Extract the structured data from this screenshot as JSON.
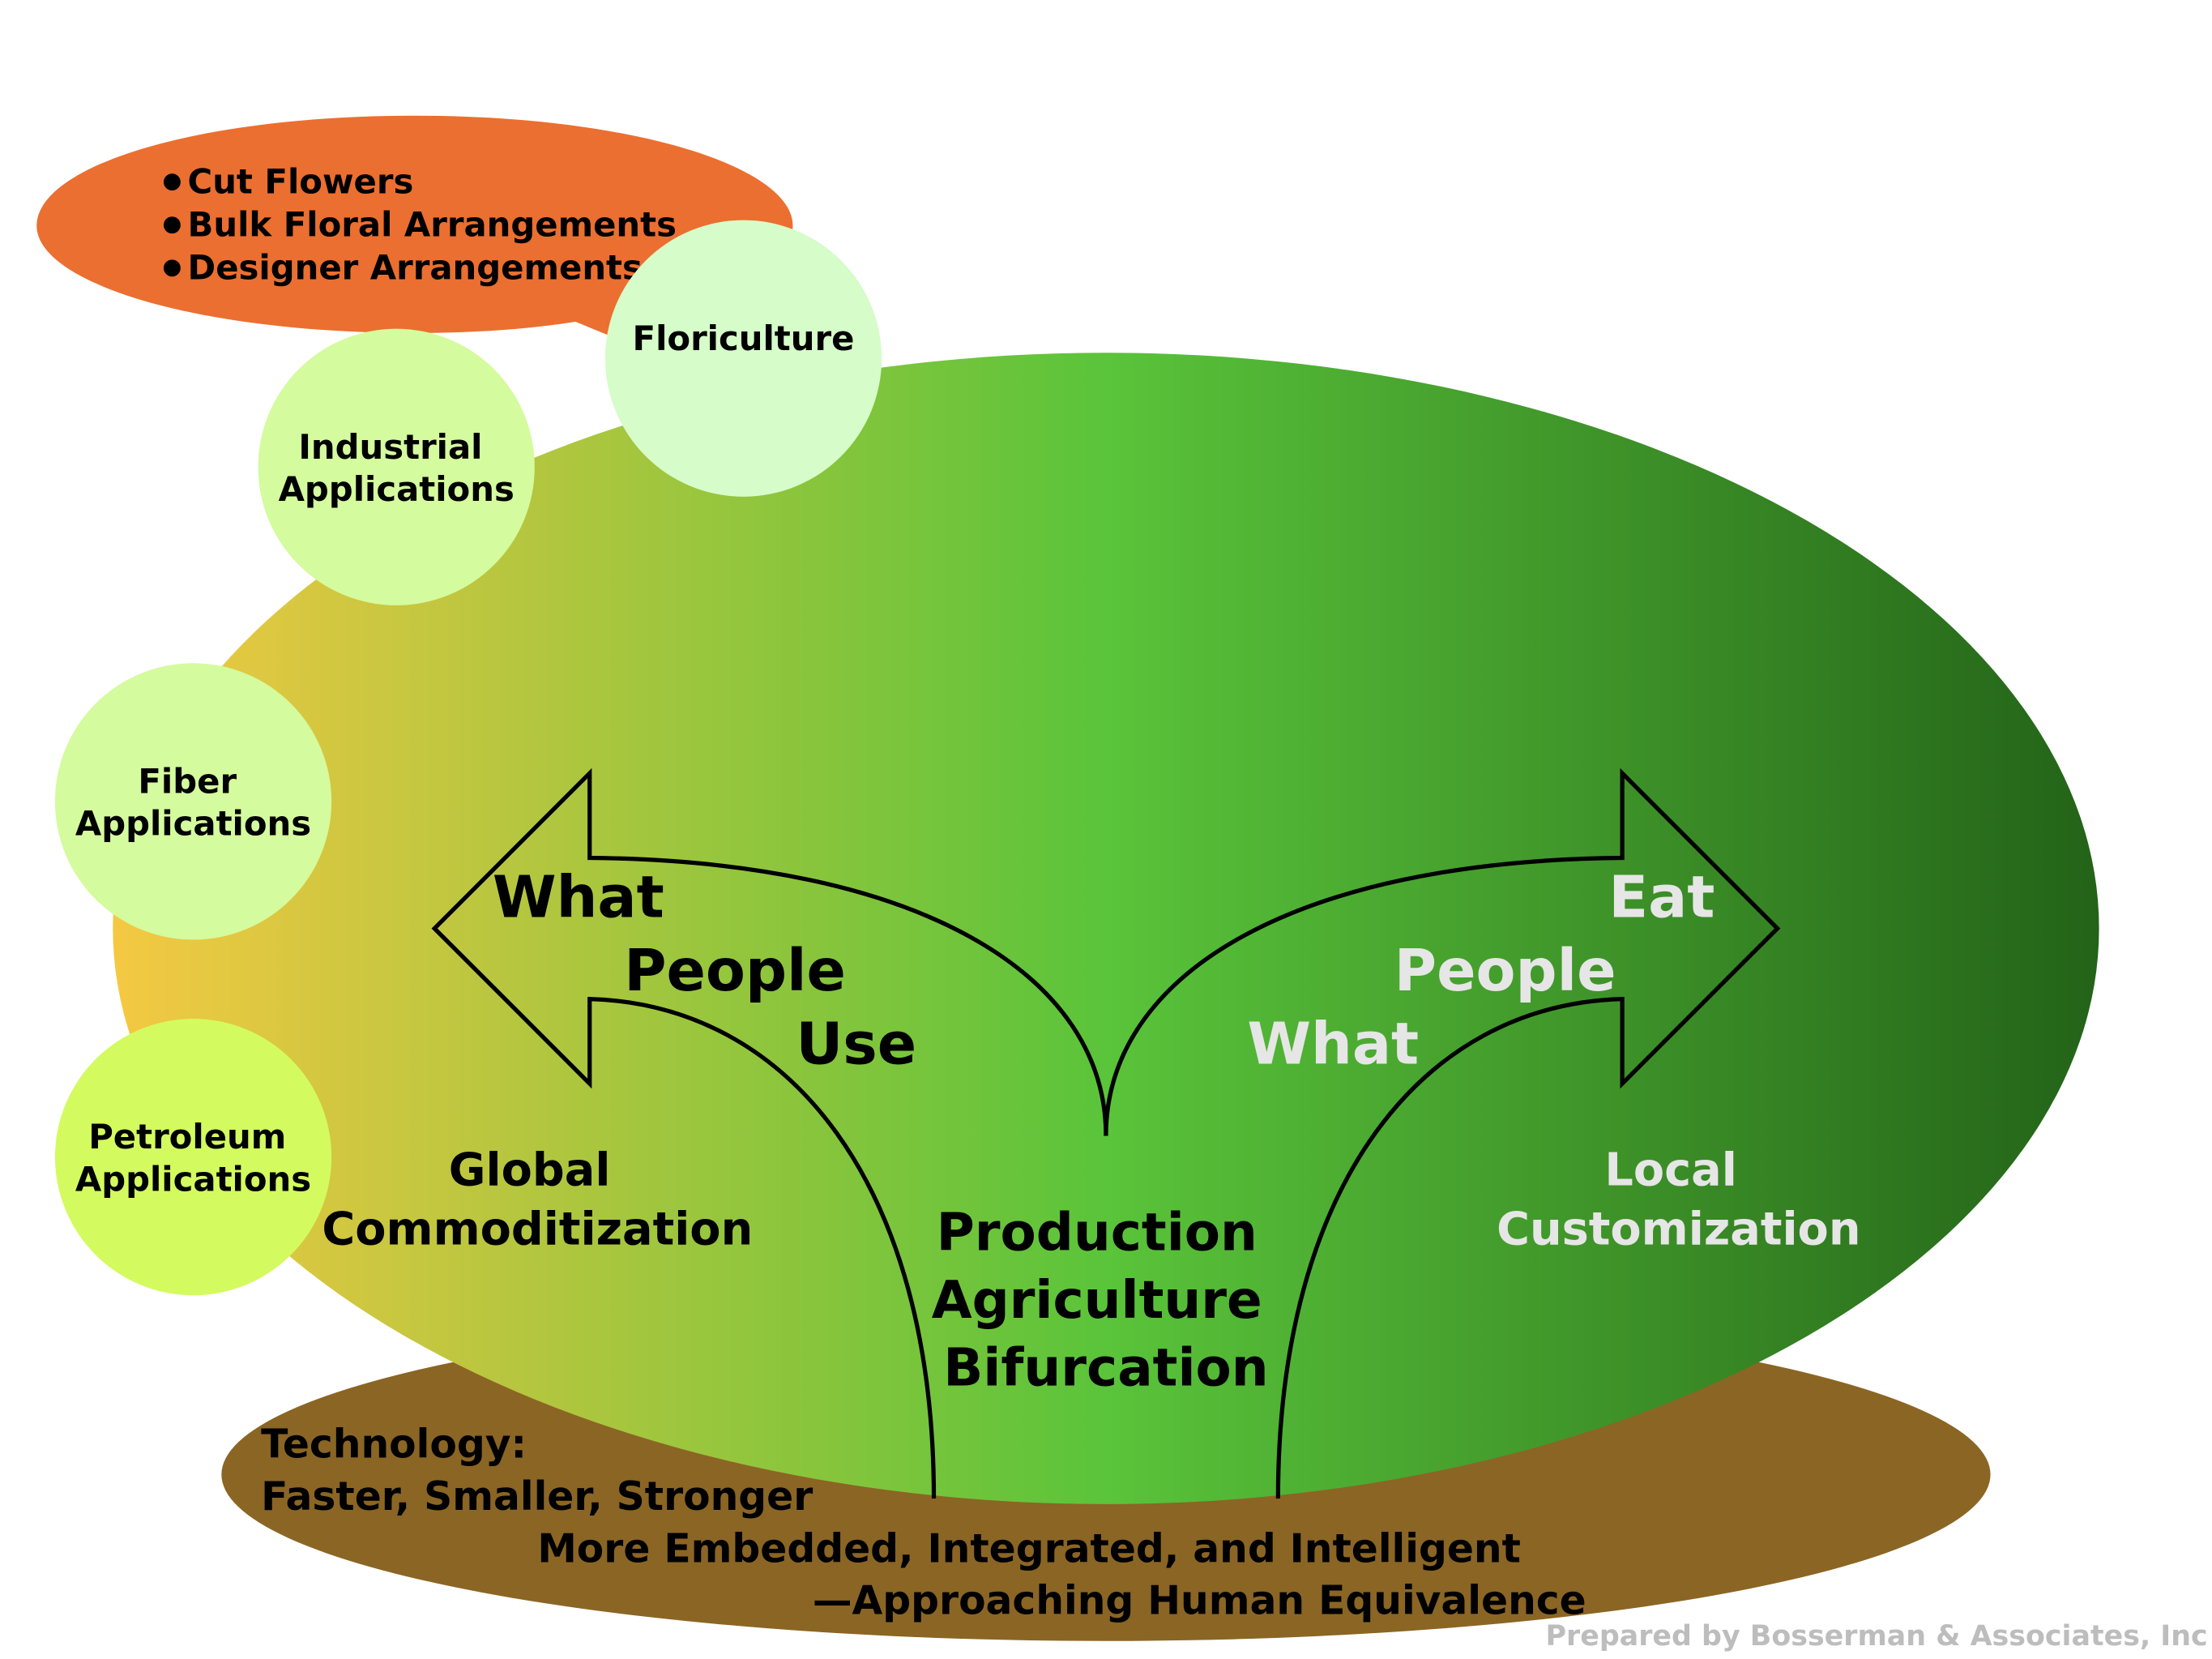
{
  "colors": {
    "ellipse_left": "#f5c842",
    "ellipse_mid": "#5ac43a",
    "ellipse_right": "#236318",
    "base": "#8b6524",
    "bubble": "#eb6f30",
    "circle_pale_green": "#d6fcc9",
    "circle_lime": "#d4fb9e",
    "circle_petroleum": "#d3fb5f",
    "dark_text": "#000000",
    "light_text": "#e6e6e6",
    "credit_text": "#bdbdbd"
  },
  "callout": {
    "items": [
      "Cut Flowers",
      "Bulk Floral Arrangements",
      "Designer Arrangements"
    ]
  },
  "circles": {
    "floriculture": [
      "Floriculture"
    ],
    "industrial": [
      "Industrial",
      "Applications"
    ],
    "fiber": [
      "Fiber",
      "Applications"
    ],
    "petroleum": [
      "Petroleum",
      "Applications"
    ]
  },
  "left_arrow": {
    "words": [
      "What",
      "People",
      "Use"
    ]
  },
  "right_arrow": {
    "words": [
      "Eat",
      "People",
      "What"
    ]
  },
  "global": [
    "Global",
    "Commoditization"
  ],
  "local": [
    "Local",
    "Customization"
  ],
  "center": [
    "Production",
    "Agriculture",
    "Bifurcation"
  ],
  "technology": [
    "Technology:",
    "Faster, Smaller, Stronger",
    "More Embedded, Integrated, and Intelligent",
    "—Approaching Human Equivalence"
  ],
  "credit": "Prepared by Bosserman & Associates, Inc"
}
